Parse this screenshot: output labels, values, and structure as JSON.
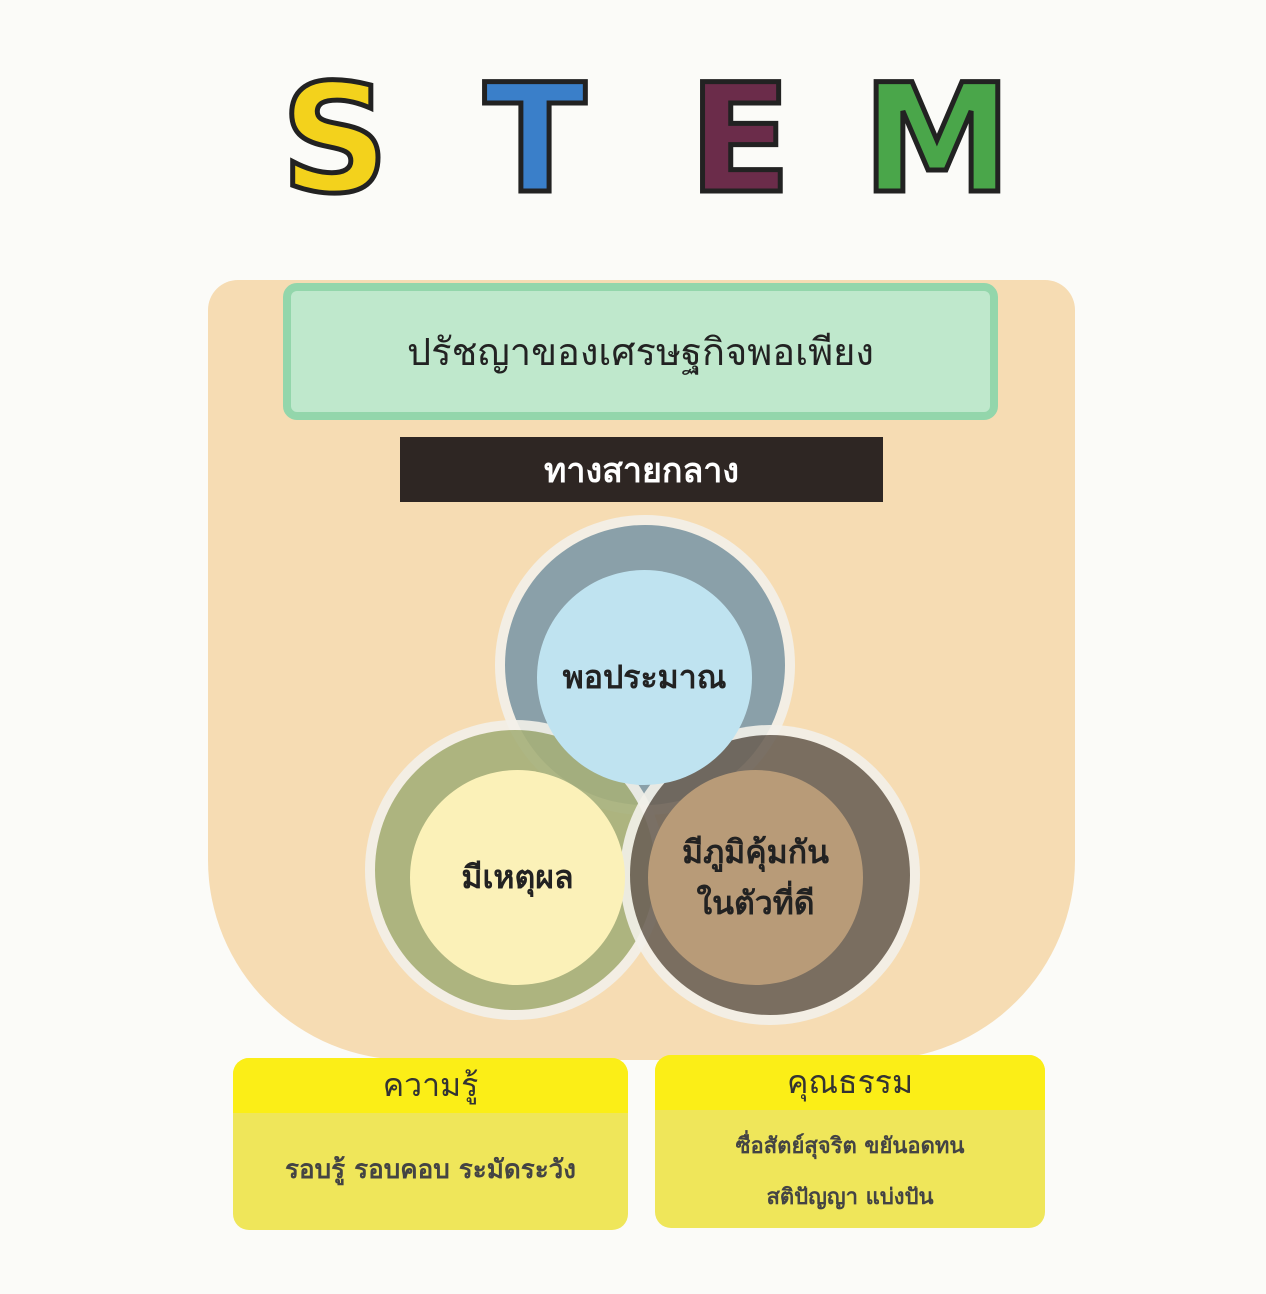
{
  "logo": {
    "letters": [
      "S",
      "T",
      "E",
      "M"
    ],
    "colors": [
      "#f3d21c",
      "#3a7fc9",
      "#6b2c4a",
      "#4aa64a"
    ]
  },
  "title": "ปรัชญาของเศรษฐกิจพอเพียง",
  "middle_path": "ทางสายกลาง",
  "circles": {
    "top": "พอประมาณ",
    "left": "มีเหตุผล",
    "right_line1": "มีภูมิคุ้มกัน",
    "right_line2": "ในตัวที่ดี"
  },
  "knowledge": {
    "heading": "ความรู้",
    "text": "รอบรู้  รอบคอบ  ระมัดระวัง"
  },
  "morality": {
    "heading": "คุณธรรม",
    "line1": "ซื่อสัตย์สุจริต  ขยันอดทน",
    "line2": "สติปัญญา  แบ่งปัน"
  }
}
